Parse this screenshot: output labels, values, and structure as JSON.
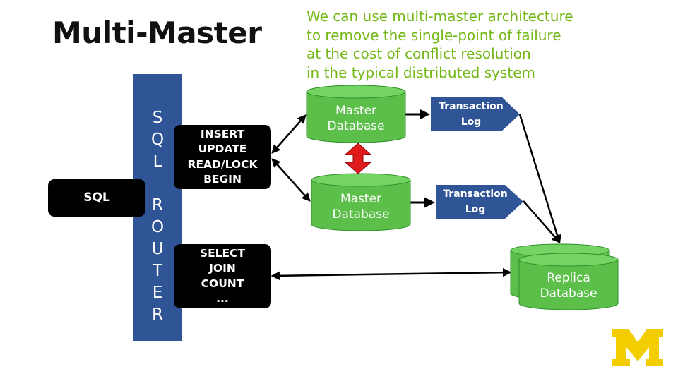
{
  "slide": {
    "title": "Multi-Master",
    "note_lines": [
      "We can use multi-master architecture",
      "to remove the single-point of failure",
      "at the cost of conflict resolution",
      "in the typical distributed system"
    ]
  },
  "diagram": {
    "sql_box": "SQL",
    "router_label": "SQL ROUTER",
    "router_letters": [
      "S",
      "Q",
      "L",
      "",
      "R",
      "O",
      "U",
      "T",
      "E",
      "R"
    ],
    "write_ops": [
      "INSERT",
      "UPDATE",
      "READ/LOCK",
      "BEGIN"
    ],
    "read_ops": [
      "SELECT",
      "JOIN",
      "COUNT",
      "..."
    ],
    "master_db_1": [
      "Master",
      "Database"
    ],
    "master_db_2": [
      "Master",
      "Database"
    ],
    "transaction_log_1": [
      "Transaction",
      "Log"
    ],
    "transaction_log_2": [
      "Transaction",
      "Log"
    ],
    "replica_db": [
      "Replica",
      "Database"
    ]
  },
  "colors": {
    "router_blue": "#2f5597",
    "db_green": "#5bbf4a",
    "log_blue": "#2f5597",
    "conflict_red": "#e01b1b",
    "note_green": "#74b816",
    "logo_yellow": "#f2cd00"
  }
}
